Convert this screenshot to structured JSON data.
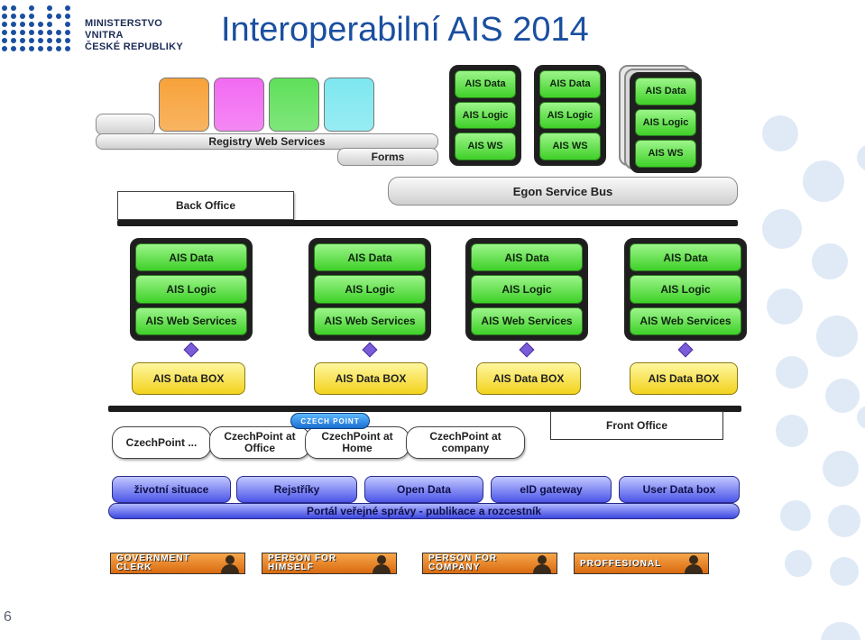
{
  "header": {
    "ministry_line1": "MINISTERSTVO VNITRA",
    "ministry_line2": "ČESKÉ REPUBLIKY",
    "title": "Interoperabilní AIS 2014"
  },
  "page_number": "6",
  "colors": {
    "title_blue": "#1a4fa0",
    "green": "#3fd028",
    "yellow": "#f2d21c",
    "blue": "#4b55e8",
    "orange": "#d96a10"
  },
  "diagram": {
    "top_cards": [
      "#f7a23a",
      "#f26af2",
      "#5fe05a",
      "#7ee7f0"
    ],
    "registry_ws": "Registry Web Services",
    "forms": "Forms",
    "back_office": "Back Office",
    "egon_bus": "Egon Service Bus",
    "small_stacks": [
      {
        "data": "AIS Data",
        "logic": "AIS Logic",
        "ws": "AIS WS"
      },
      {
        "data": "AIS Data",
        "logic": "AIS Logic",
        "ws": "AIS WS"
      },
      {
        "data": "AIS Data",
        "logic": "AIS Logic",
        "ws": "AIS WS"
      }
    ],
    "ais_stacks": [
      {
        "data": "AIS Data",
        "logic": "AIS Logic",
        "ws": "AIS Web Services",
        "box": "AIS Data BOX"
      },
      {
        "data": "AIS Data",
        "logic": "AIS Logic",
        "ws": "AIS Web Services",
        "box": "AIS Data BOX"
      },
      {
        "data": "AIS Data",
        "logic": "AIS Logic",
        "ws": "AIS Web Services",
        "box": "AIS Data BOX"
      },
      {
        "data": "AIS Data",
        "logic": "AIS Logic",
        "ws": "AIS Web Services",
        "box": "AIS Data BOX"
      }
    ],
    "front_office": "Front Office",
    "czechpoint_logo": "CZECH POINT",
    "czechpoints": [
      "CzechPoint ...",
      "CzechPoint at Office",
      "CzechPoint at Home",
      "CzechPoint at company"
    ],
    "portal_tabs": [
      "životní situace",
      "Rejstříky",
      "Open Data",
      "eID gateway",
      "User Data box"
    ],
    "portal_bar": "Portál veřejné správy - publikace a rozcestník",
    "roles": [
      "GOVERNMENT CLERK",
      "PERSON FOR HIMSELF",
      "PERSON FOR COMPANY",
      "PROFFESIONAL"
    ]
  }
}
